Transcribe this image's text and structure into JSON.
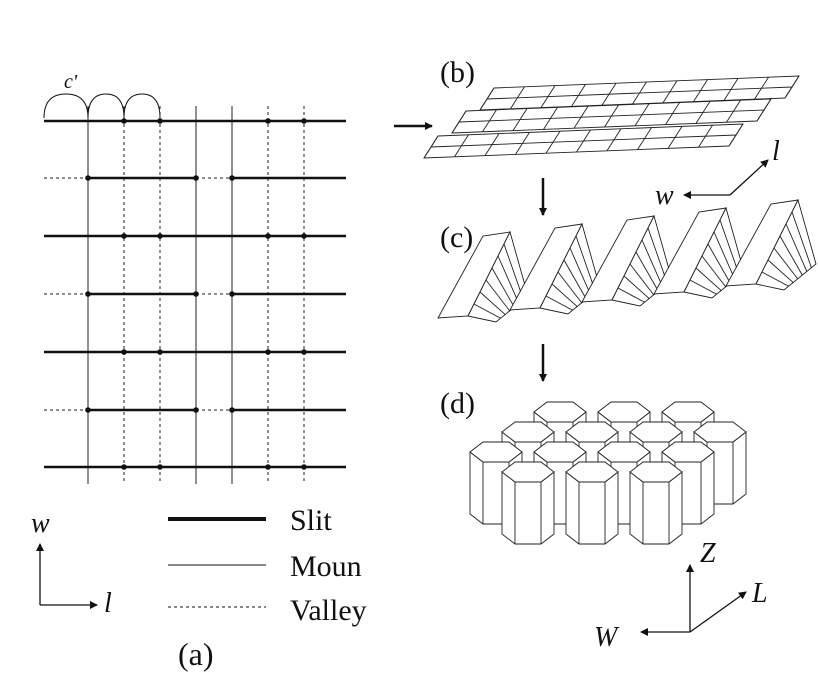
{
  "panel_labels": {
    "a": "(a)",
    "b": "(b)",
    "c": "(c)",
    "d": "(d)"
  },
  "crease_pattern": {
    "spacing_label": "c'",
    "legend": [
      {
        "key": "slit",
        "label": "Slit"
      },
      {
        "key": "mountain",
        "label": "Moun"
      },
      {
        "key": "valley",
        "label": "Valley"
      }
    ]
  },
  "axes_2d": {
    "vertical": "w",
    "horizontal": "l"
  },
  "axes_b": {
    "w": "w",
    "l": "l"
  },
  "axes_3d": {
    "z": "Z",
    "l": "L",
    "w": "W"
  }
}
